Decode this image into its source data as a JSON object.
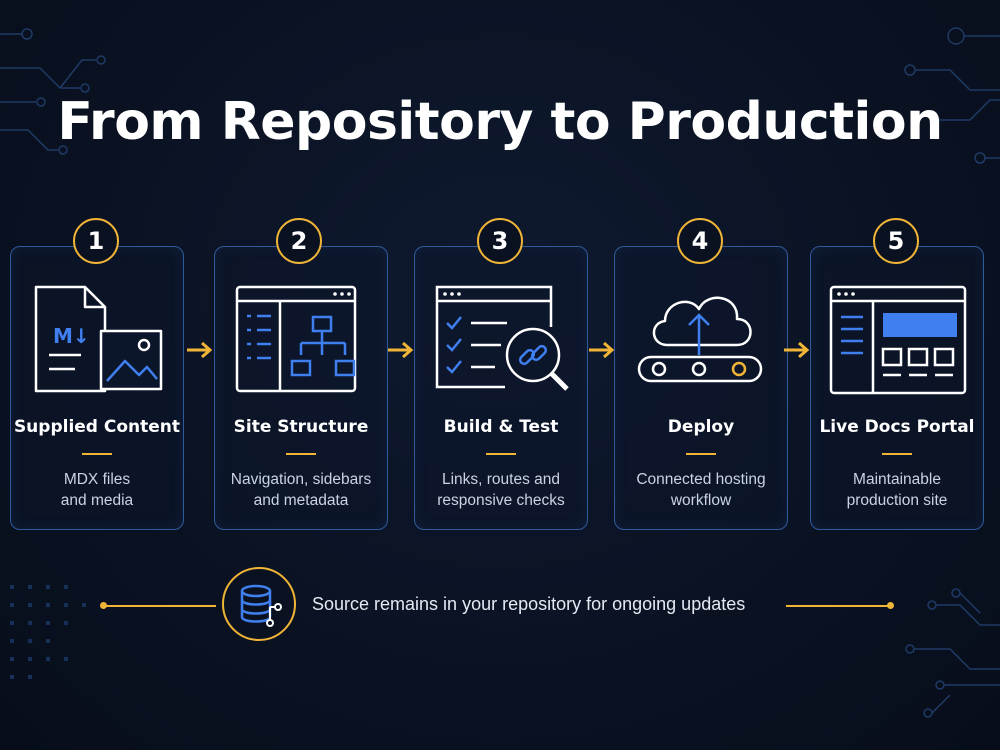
{
  "title": "From Repository to Production",
  "steps": [
    {
      "number": "1",
      "title": "Supplied Content",
      "desc_line1": "MDX files",
      "desc_line2": "and media",
      "icon": "markdown-file-image-icon"
    },
    {
      "number": "2",
      "title": "Site Structure",
      "desc_line1": "Navigation, sidebars",
      "desc_line2": "and metadata",
      "icon": "sitemap-window-icon"
    },
    {
      "number": "3",
      "title": "Build & Test",
      "desc_line1": "Links, routes and",
      "desc_line2": "responsive checks",
      "icon": "checklist-magnifier-icon"
    },
    {
      "number": "4",
      "title": "Deploy",
      "desc_line1": "Connected hosting",
      "desc_line2": "workflow",
      "icon": "cloud-upload-conveyor-icon"
    },
    {
      "number": "5",
      "title": "Live Docs Portal",
      "desc_line1": "Maintainable",
      "desc_line2": "production site",
      "icon": "browser-layout-icon"
    }
  ],
  "markdown_label": "M↓",
  "footer": {
    "text": "Source remains in your repository for ongoing updates",
    "icon": "database-repository-icon"
  },
  "colors": {
    "background": "#0a1222",
    "card_border": "#2f5b9b",
    "accent": "#f0b437",
    "icon_stroke": "#ffffff",
    "icon_blue": "#3f7ff0"
  }
}
